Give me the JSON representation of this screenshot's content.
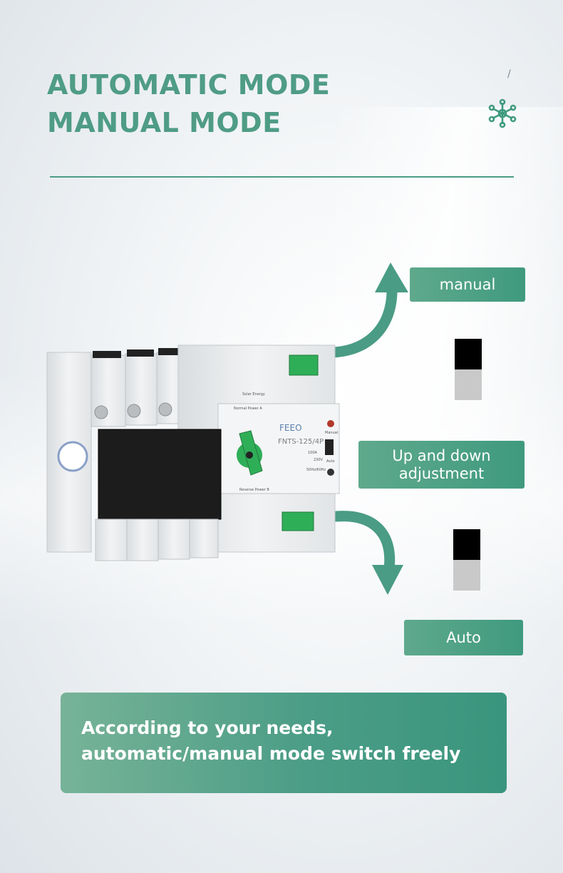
{
  "header": {
    "title_line1": "AUTOMATIC MODE",
    "title_line2": "MANUAL MODE",
    "corner_mark": "/",
    "icon": "network-hub-icon"
  },
  "labels": {
    "manual": "manual",
    "adjust_line1": "Up and down",
    "adjust_line2": "adjustment",
    "auto": "Auto"
  },
  "product": {
    "brand": "FEEO",
    "model": "FNTS-125/4P",
    "solar_label": "Solar Energy",
    "normal_power": "Normal Power A",
    "reverse_power": "Reverse Power B",
    "mode_manual": "Manual",
    "mode_auto": "Auto",
    "rated_current": "100A",
    "rated_voltage": "230V",
    "rated_power": "50Hz/60Hz"
  },
  "banner": {
    "line1": "According to your needs,",
    "line2": "automatic/manual mode switch freely"
  },
  "colors": {
    "accent": "#4f9c85",
    "rule": "#4a9c84",
    "tag_start": "#5fa98d",
    "tag_end": "#3f9a7e",
    "switch_on": "#000000",
    "switch_off": "#c9c9c9"
  }
}
